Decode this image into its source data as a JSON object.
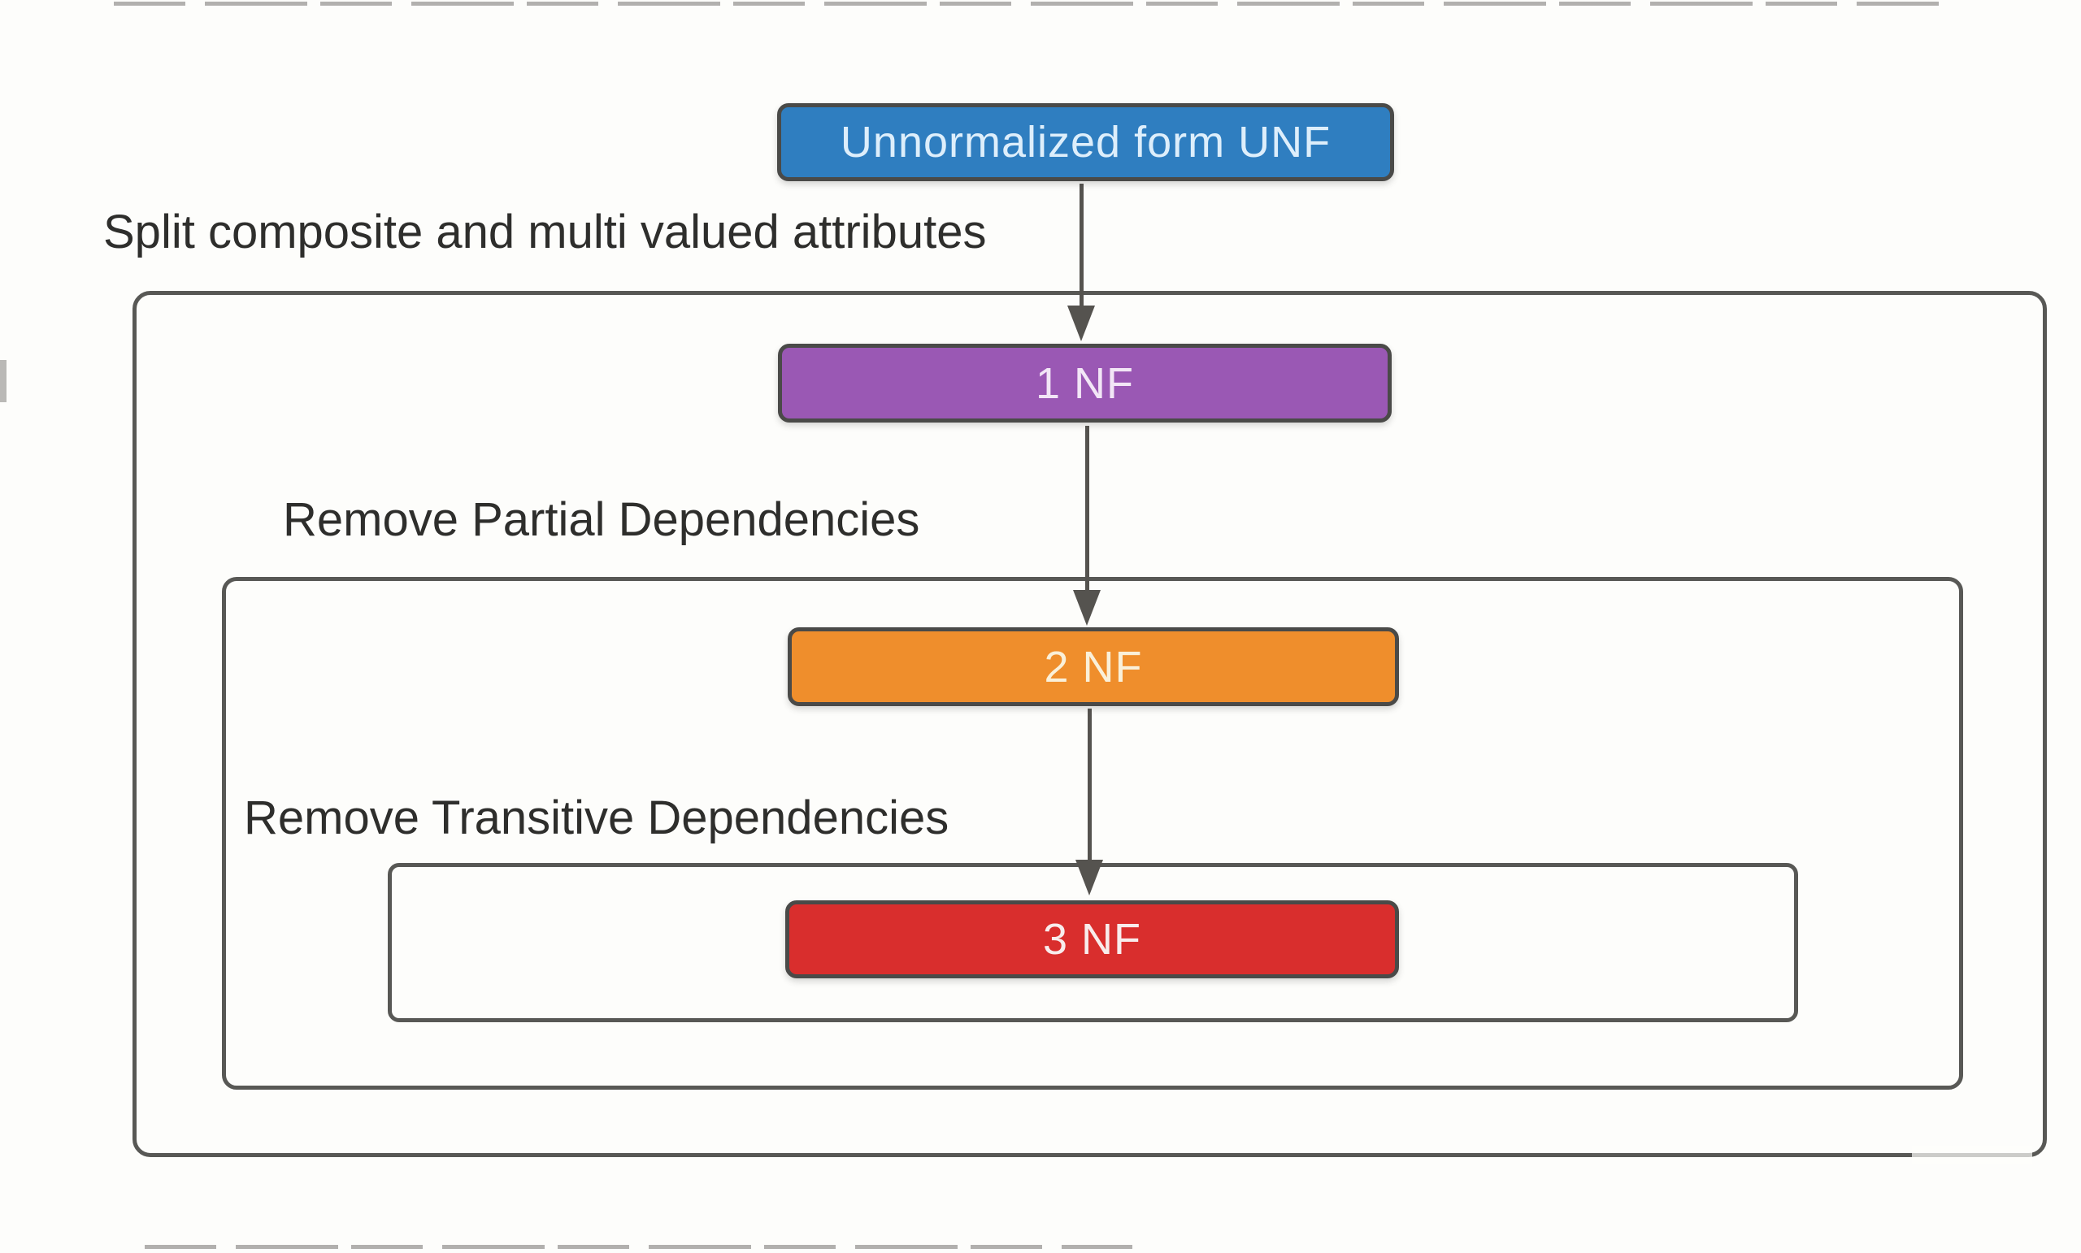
{
  "diagram": {
    "nodes": {
      "unf": {
        "label": "Unnormalized form UNF",
        "color": "#2f7ec0"
      },
      "nf1": {
        "label": "1 NF",
        "color": "#9a58b4"
      },
      "nf2": {
        "label": "2 NF",
        "color": "#ef8e2c"
      },
      "nf3": {
        "label": "3 NF",
        "color": "#d92e2d"
      }
    },
    "transitions": {
      "split": "Split composite and multi valued attributes",
      "partial": "Remove Partial Dependencies",
      "transitive": "Remove Transitive Dependencies"
    },
    "palette": {
      "background": "#fdfdfb",
      "container_border": "#585855",
      "node_border": "#4a4a48",
      "arrow": "#55534f",
      "label_text": "#2e2e2c"
    }
  }
}
